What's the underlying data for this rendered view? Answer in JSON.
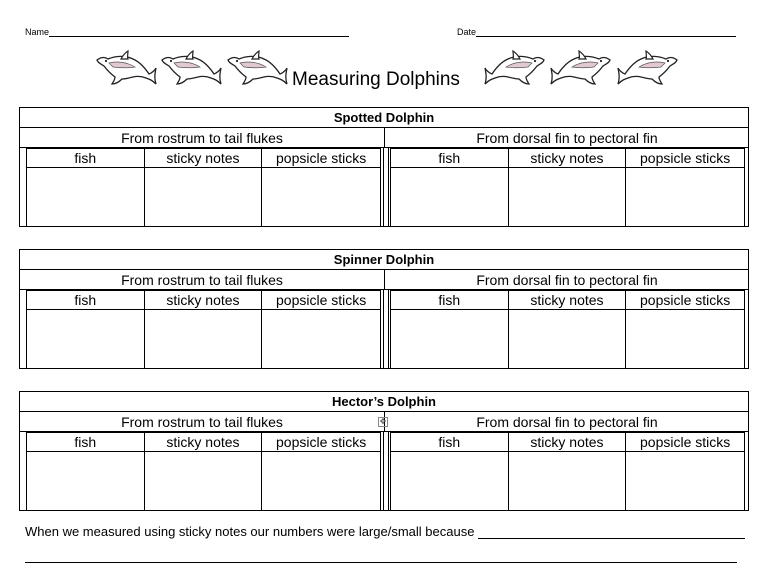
{
  "header": {
    "name_label": "Name",
    "date_label": "Date",
    "title": "Measuring Dolphins"
  },
  "icons": {
    "dolphin": "dolphin-icon"
  },
  "sections": [
    {
      "name": "Spotted Dolphin",
      "left_heading": "From rostrum to tail flukes",
      "right_heading": "From dorsal fin to pectoral fin",
      "columns": [
        "fish",
        "sticky notes",
        "popsicle sticks"
      ]
    },
    {
      "name": "Spinner Dolphin",
      "left_heading": "From rostrum to tail flukes",
      "right_heading": "From dorsal fin to pectoral fin",
      "columns": [
        "fish",
        "sticky notes",
        "popsicle sticks"
      ]
    },
    {
      "name": "Hector’s Dolphin",
      "left_heading": "From rostrum to tail flukes",
      "right_heading": "From dorsal fin to pectoral fin",
      "columns": [
        "fish",
        "sticky notes",
        "popsicle sticks"
      ]
    }
  ],
  "footer": {
    "prompt": "When we measured using sticky notes our numbers were large/small because"
  }
}
